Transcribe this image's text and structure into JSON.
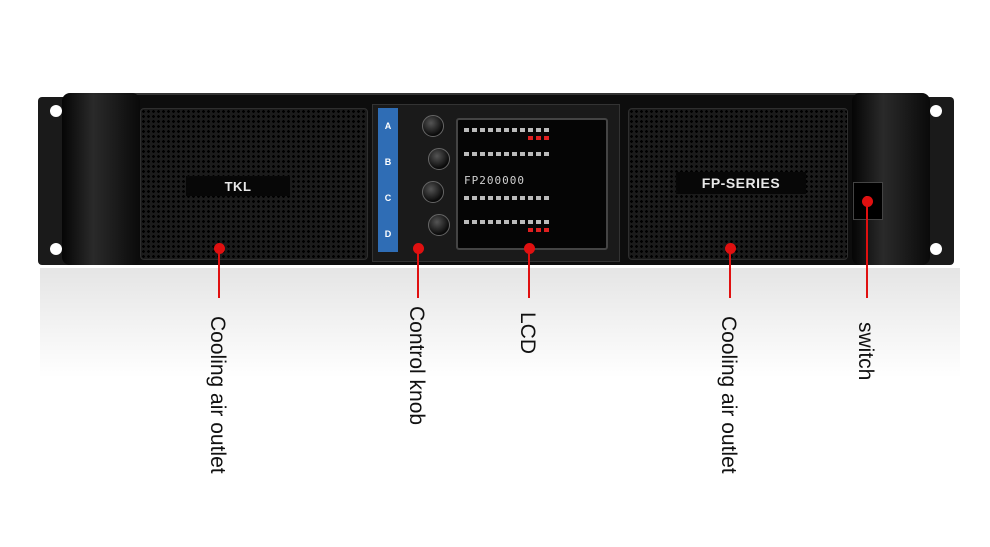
{
  "product": {
    "brand_plate": "TKL",
    "series_plate": "FP-SERIES",
    "lcd_model": "FP200000"
  },
  "channels": [
    "A",
    "B",
    "C",
    "D"
  ],
  "callouts": [
    {
      "id": "cooling-left",
      "label": "Cooling air outlet"
    },
    {
      "id": "control-knob",
      "label": "Control knob"
    },
    {
      "id": "lcd",
      "label": "LCD"
    },
    {
      "id": "cooling-right",
      "label": "Cooling air outlet"
    },
    {
      "id": "switch",
      "label": "switch"
    }
  ],
  "colors": {
    "callout_red": "#e01010",
    "channel_blue": "#2f6db5",
    "chassis": "#0d0d0d"
  }
}
